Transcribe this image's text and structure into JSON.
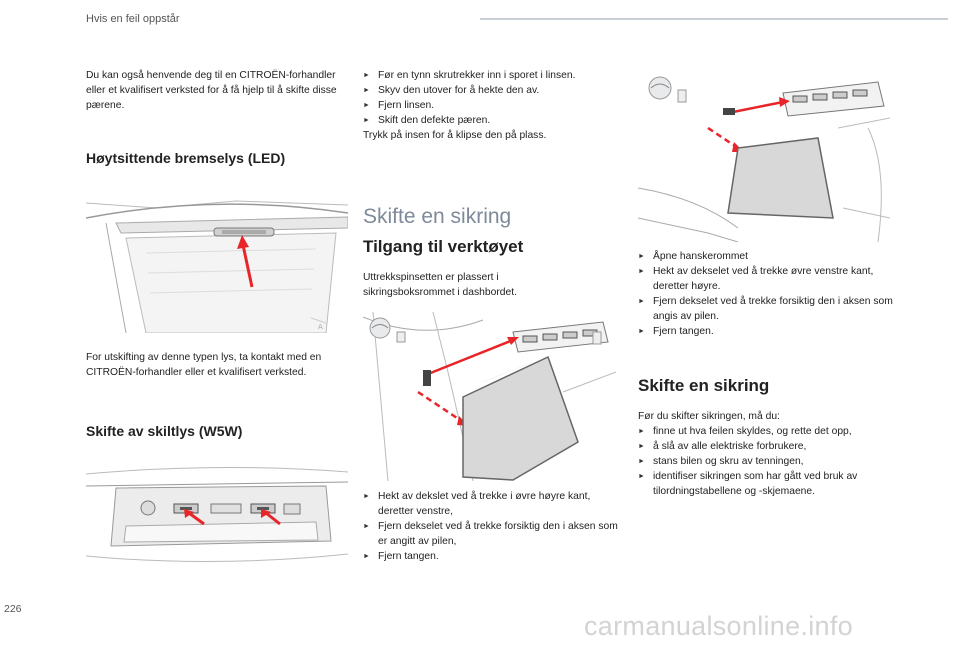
{
  "header": {
    "section_title": "Hvis en feil oppstår"
  },
  "col1": {
    "intro": "Du kan også henvende deg til en CITROËN-forhandler eller et kvalifisert verksted for å få hjelp til å skifte disse pærene.",
    "brake_light_heading": "Høytsittende bremselys (LED)",
    "brake_light_text": "For utskifting av denne typen lys, ta kontakt med en CITROËN-forhandler eller et kvalifisert verksted.",
    "plate_light_heading": "Skifte av skiltlys (W5W)"
  },
  "col2": {
    "steps": [
      "Før en tynn skrutrekker inn i sporet i linsen.",
      "Skyv den utover for å hekte den av.",
      "Fjern linsen.",
      "Skift den defekte pæren."
    ],
    "closing": "Trykk på insen for å klipse den på plass.",
    "section_heading": "Skifte en sikring",
    "tool_heading": "Tilgang til verktøyet",
    "tool_text": "Uttrekkspinsetten er plassert i sikringsboksrommet i dashbordet.",
    "tool_steps": [
      "Hekt av dekslet ved å trekke i øvre høyre kant, deretter venstre,",
      "Fjern dekselet ved å trekke forsiktig den i aksen som er angitt av pilen,",
      "Fjern tangen."
    ]
  },
  "col3": {
    "steps": [
      "Åpne hanskerommet",
      "Hekt av dekselet ved å trekke øvre venstre kant, deretter høyre.",
      "Fjern dekselet ved å trekke forsiktig den i aksen som angis av pilen.",
      "Fjern tangen."
    ],
    "fuse_heading": "Skifte en sikring",
    "fuse_intro": "Før du skifter sikringen, må du:",
    "fuse_steps": [
      "finne ut hva feilen skyldes, og rette det opp,",
      "å slå av alle elektriske forbrukere,",
      "stans bilen og skru av tenningen,",
      "identifiser sikringen som har gått ved bruk av tilordningstabellene og -skjemaene."
    ]
  },
  "footer": {
    "page_number": "226",
    "watermark": "carmanualsonline.info"
  },
  "colors": {
    "accent_red": "#e8262a",
    "heading_grey": "#7e8a99"
  }
}
